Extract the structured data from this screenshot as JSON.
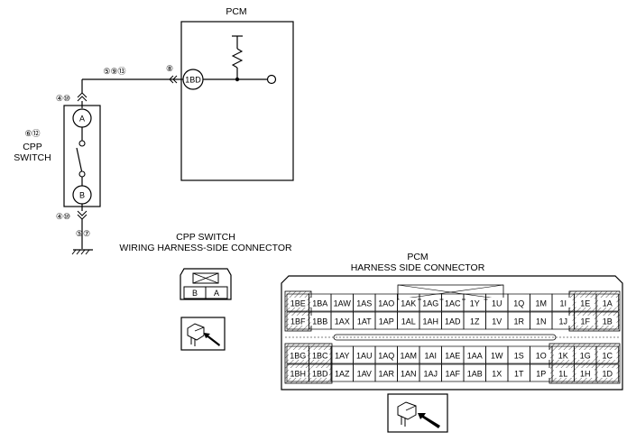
{
  "pcm_title": "PCM",
  "pcm_terminal": "1BD",
  "pcm_term_ref": "⑧",
  "wire_refs": "⑤⑨⑬",
  "cpp_top_ref": "④⑩",
  "cpp_bottom_ref": "④⑩",
  "cpp_ground_ref": "⑤⑦",
  "cpp_label_refs": "⑥⑫",
  "cpp_label_line1": "CPP",
  "cpp_label_line2": "SWITCH",
  "terminal_a": "A",
  "terminal_b": "B",
  "cpp_connector_title_1": "CPP SWITCH",
  "cpp_connector_title_2": "WIRING HARNESS-SIDE CONNECTOR",
  "cpp_connector_pins": [
    "B",
    "A"
  ],
  "pcm_connector_title_1": "PCM",
  "pcm_connector_title_2": "HARNESS SIDE CONNECTOR",
  "pcm_connector_rows": [
    [
      "1BE",
      "1BA",
      "1AW",
      "1AS",
      "1AO",
      "1AK",
      "1AG",
      "1AC",
      "1Y",
      "1U",
      "1Q",
      "1M",
      "1I",
      "1E",
      "1A"
    ],
    [
      "1BF",
      "1BB",
      "1AX",
      "1AT",
      "1AP",
      "1AL",
      "1AH",
      "1AD",
      "1Z",
      "1V",
      "1R",
      "1N",
      "1J",
      "1F",
      "1B"
    ],
    [
      "1BG",
      "1BC",
      "1AY",
      "1AU",
      "1AQ",
      "1AM",
      "1AI",
      "1AE",
      "1AA",
      "1W",
      "1S",
      "1O",
      "1K",
      "1G",
      "1C"
    ],
    [
      "1BH",
      "1BD",
      "1AZ",
      "1AV",
      "1AR",
      "1AN",
      "1AJ",
      "1AF",
      "1AB",
      "1X",
      "1T",
      "1P",
      "1L",
      "1H",
      "1D"
    ]
  ]
}
